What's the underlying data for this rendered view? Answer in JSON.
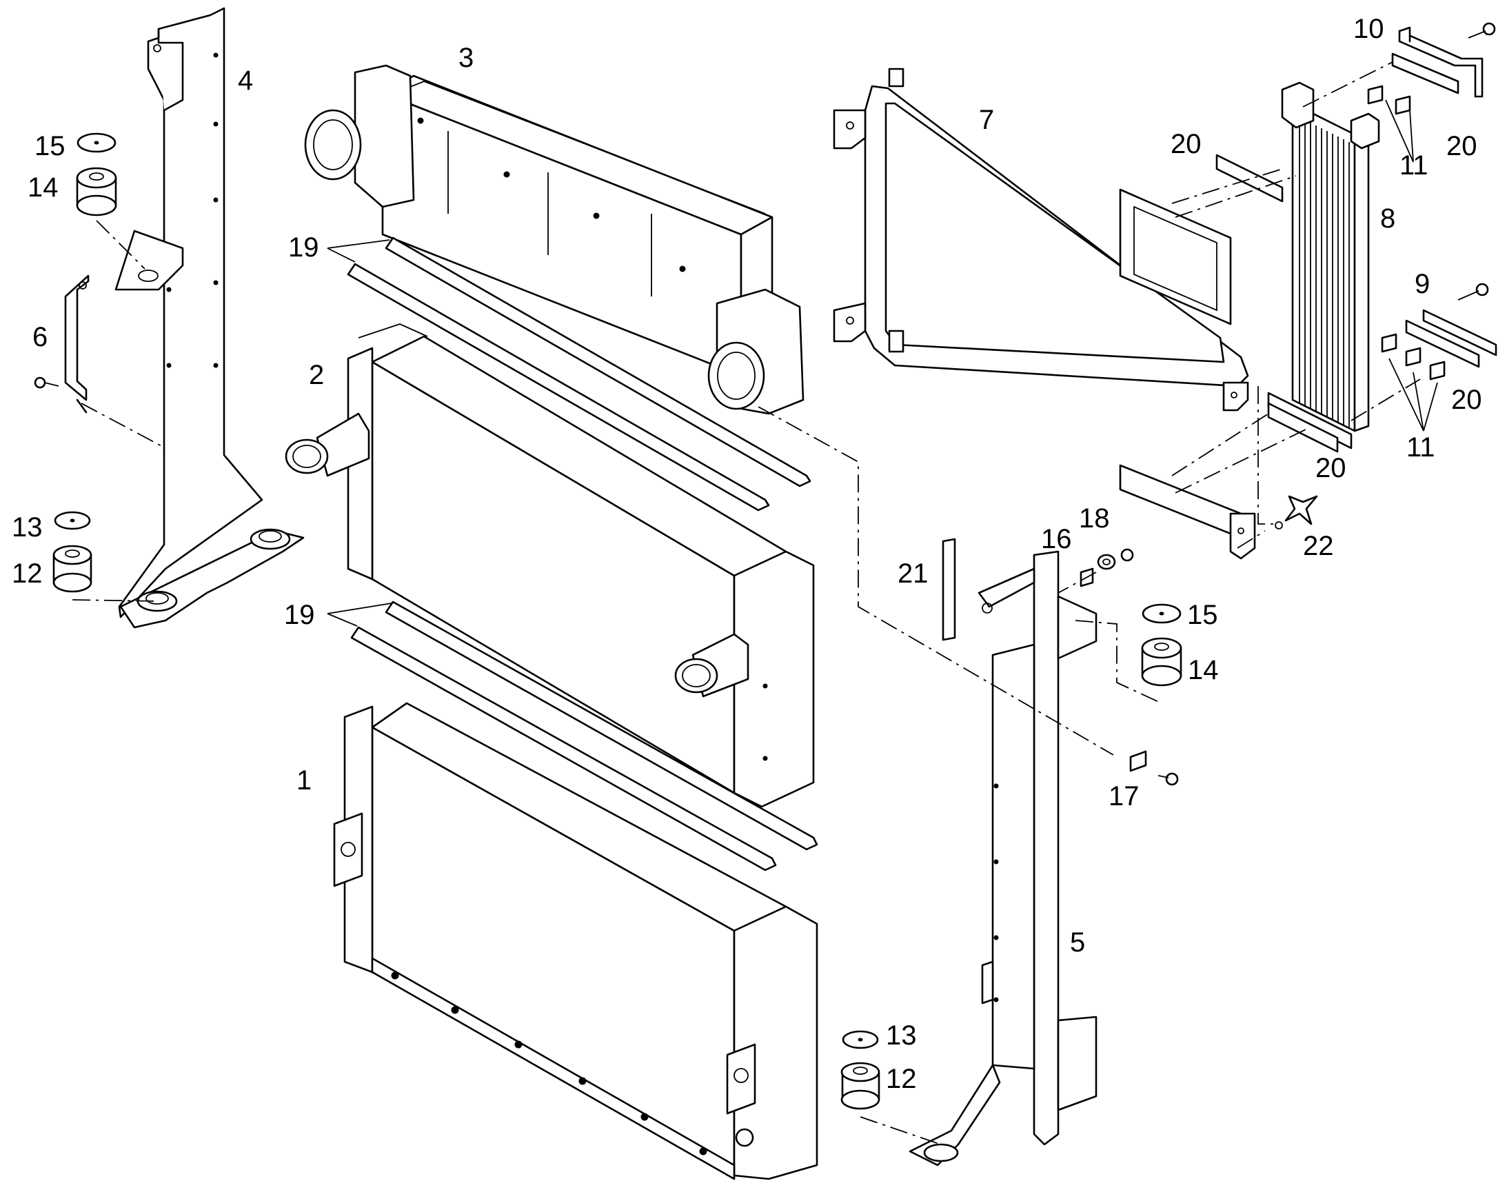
{
  "callouts": {
    "c1": "1",
    "c2": "2",
    "c3": "3",
    "c4": "4",
    "c5": "5",
    "c6": "6",
    "c7": "7",
    "c8": "8",
    "c9": "9",
    "c10": "10",
    "c11a": "11",
    "c11b": "11",
    "c12a": "12",
    "c12b": "12",
    "c13a": "13",
    "c13b": "13",
    "c14a": "14",
    "c14b": "14",
    "c15a": "15",
    "c15b": "15",
    "c16": "16",
    "c17": "17",
    "c18": "18",
    "c19a": "19",
    "c19b": "19",
    "c20a": "20",
    "c20b": "20",
    "c20c": "20",
    "c20d": "20",
    "c21": "21",
    "c22": "22"
  },
  "colors": {
    "line": "#000000",
    "background": "#ffffff"
  }
}
